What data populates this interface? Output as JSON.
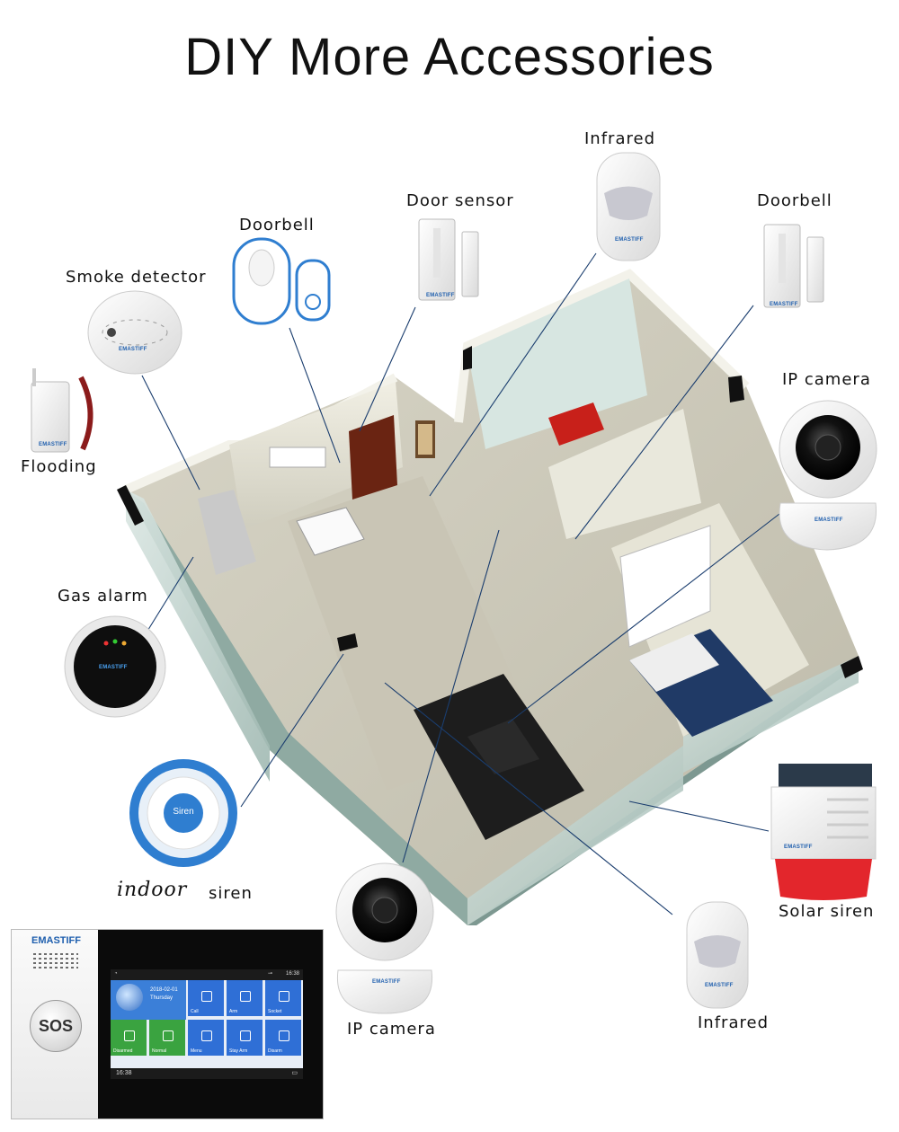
{
  "title": "DIY More Accessories",
  "labels": {
    "infrared_top": "Infrared",
    "door_sensor": "Door sensor",
    "doorbell_right": "Doorbell",
    "doorbell_left": "Doorbell",
    "smoke_detector": "Smoke detector",
    "flooding": "Flooding",
    "ip_camera_top": "IP camera",
    "gas_alarm": "Gas alarm",
    "indoor": "indoor",
    "siren": "siren",
    "ip_camera_bottom": "IP camera",
    "infrared_bottom": "Infrared",
    "solar_siren": "Solar siren"
  },
  "brand": "EMASTIFF",
  "device_text": {
    "siren_button": "Siren"
  },
  "panel": {
    "logo": "EMASTIFF",
    "sos": "SOS",
    "date": "2018-02-01",
    "weekday": "Thursday",
    "status_time": "16:38",
    "bottom_time": "16:38",
    "tiles": [
      {
        "label": "Call",
        "color": "#2f6fd6"
      },
      {
        "label": "Arm",
        "color": "#2f6fd6"
      },
      {
        "label": "Socket",
        "color": "#2f6fd6"
      },
      {
        "label": "Disarmed",
        "color": "#3aa340"
      },
      {
        "label": "Normal",
        "color": "#3aa340"
      },
      {
        "label": "Menu",
        "color": "#2f6fd6"
      },
      {
        "label": "Stay Arm",
        "color": "#2f6fd6"
      },
      {
        "label": "Disarm",
        "color": "#2f6fd6"
      }
    ]
  },
  "colors": {
    "leader_line": "#1a3d6e",
    "brand_blue": "#1f5fae",
    "siren_blue": "#2f7ed0",
    "solar_red": "#e3262c"
  }
}
